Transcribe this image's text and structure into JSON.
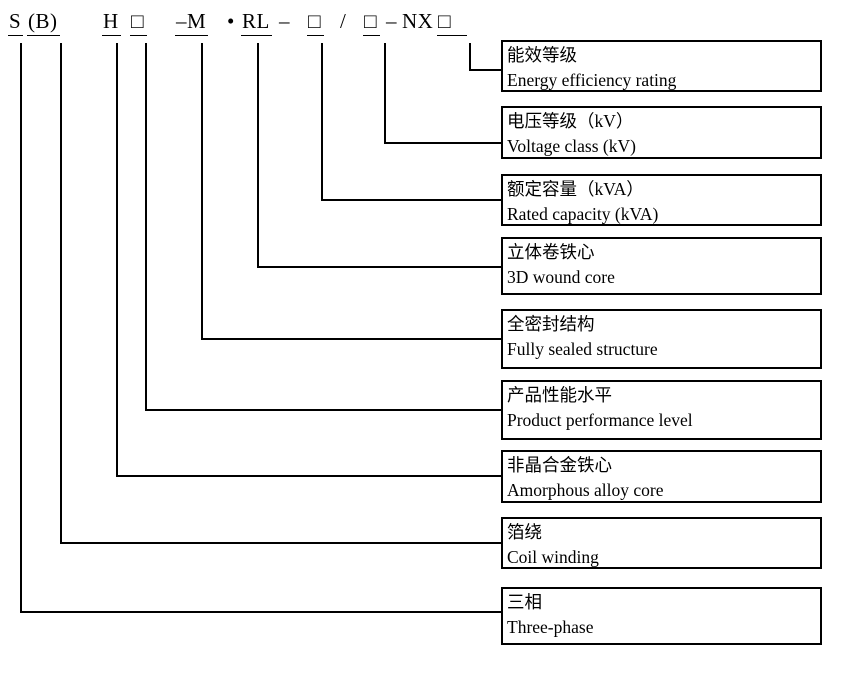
{
  "diagram_title": "Transformer model designation legend",
  "code": {
    "segments": [
      {
        "text": "S",
        "underline": true
      },
      {
        "text": "(B)",
        "underline": true
      },
      {
        "text": "H",
        "underline": true
      },
      {
        "text": "□",
        "underline": true
      },
      {
        "text": "–M",
        "underline": true
      },
      {
        "text": "•",
        "underline": false
      },
      {
        "text": "RL",
        "underline": true
      },
      {
        "text": "–",
        "underline": false
      },
      {
        "text": "□",
        "underline": true
      },
      {
        "text": "/",
        "underline": false
      },
      {
        "text": "□",
        "underline": true
      },
      {
        "text": "–",
        "underline": false
      },
      {
        "text": "NX",
        "underline": false
      },
      {
        "text": "□",
        "underline": true
      }
    ]
  },
  "legend_boxes": [
    {
      "cn": "能效等级",
      "en": "Energy efficiency rating"
    },
    {
      "cn": "电压等级（kV）",
      "en": "Voltage class (kV)"
    },
    {
      "cn": "额定容量（kVA）",
      "en": "Rated capacity (kVA)"
    },
    {
      "cn": "立体卷铁心",
      "en": "3D wound core"
    },
    {
      "cn": "全密封结构",
      "en": "Fully sealed structure"
    },
    {
      "cn": "产品性能水平",
      "en": "Product performance level"
    },
    {
      "cn": "非晶合金铁心",
      "en": "Amorphous alloy core"
    },
    {
      "cn": "箔绕",
      "en": "Coil winding"
    },
    {
      "cn": "三相",
      "en": "Three-phase"
    }
  ],
  "colors": {
    "background": "#ffffff",
    "line": "#000000",
    "text": "#000000"
  }
}
